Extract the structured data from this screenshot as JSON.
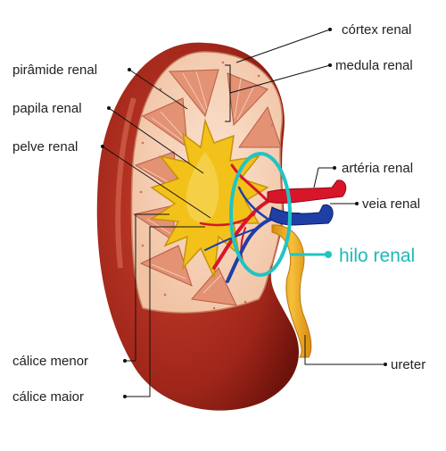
{
  "labels": {
    "cortex": "córtex renal",
    "medula": "medula renal",
    "piramide": "pirâmide renal",
    "papila": "papila renal",
    "pelve": "pelve renal",
    "arteria": "artéria renal",
    "veia": "veia renal",
    "hilo": "hilo renal",
    "calice_menor": "cálice menor",
    "calice_maior": "cálice maior",
    "ureter": "ureter"
  },
  "colors": {
    "capsule": "#a0261a",
    "cortex": "#f6d2b8",
    "pyramid": "#e59a7c",
    "pelvis": "#f2c21a",
    "artery": "#d8162a",
    "vein": "#1d3fa6",
    "hilum_ring": "#20c4c4",
    "ureter": "#f0a81e"
  }
}
